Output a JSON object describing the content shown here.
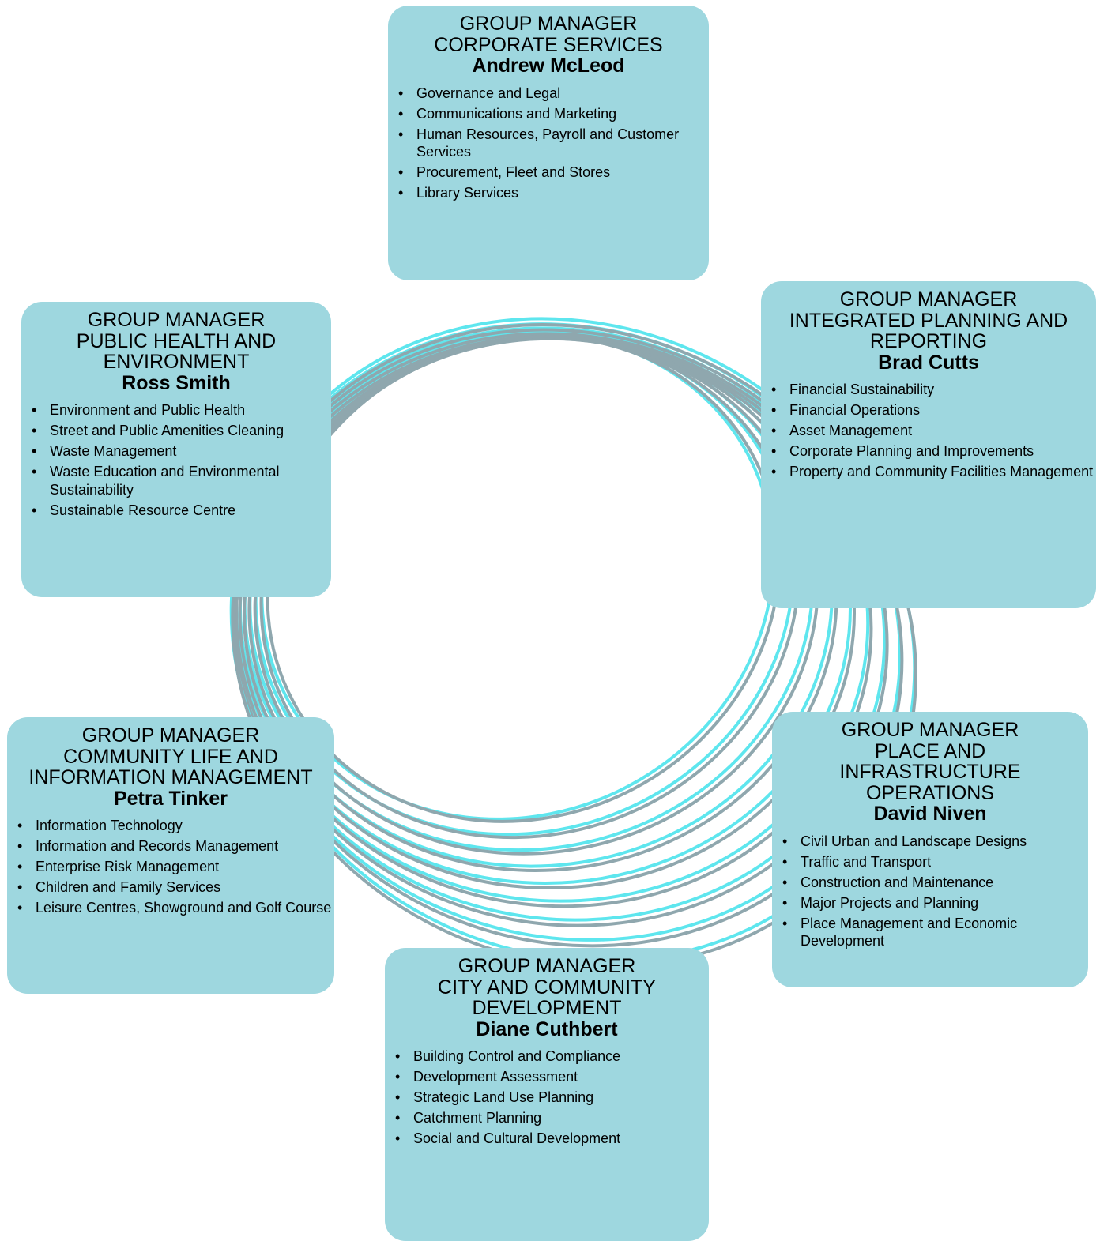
{
  "colors": {
    "card_fill": "#9ed7df",
    "swirl_cyan": "#5ee6ee",
    "swirl_grey": "#8fa7ae"
  },
  "cards": [
    {
      "id": "corporate",
      "role": "GROUP MANAGER\nCORPORATE SERVICES",
      "name": "Andrew McLeod",
      "items": [
        "Governance and Legal",
        "Communications and Marketing",
        "Human Resources, Payroll and Customer Services",
        "Procurement, Fleet and Stores",
        "Library Services"
      ]
    },
    {
      "id": "planning",
      "role": "GROUP MANAGER\nINTEGRATED PLANNING AND\nREPORTING",
      "name": "Brad Cutts",
      "items": [
        "Financial Sustainability",
        "Financial Operations",
        "Asset Management",
        "Corporate Planning and Improvements",
        "Property and Community Facilities Management"
      ]
    },
    {
      "id": "health",
      "role": "GROUP MANAGER\nPUBLIC HEALTH AND\nENVIRONMENT",
      "name": "Ross Smith",
      "items": [
        "Environment and Public Health",
        "Street and Public Amenities Cleaning",
        "Waste Management",
        "Waste Education and Environmental Sustainability",
        "Sustainable Resource Centre"
      ]
    },
    {
      "id": "community",
      "role": "GROUP MANAGER\nCOMMUNITY LIFE AND\nINFORMATION MANAGEMENT",
      "name": "Petra Tinker",
      "items": [
        "Information Technology",
        "Information and Records Management",
        "Enterprise Risk Management",
        "Children and Family Services",
        "Leisure Centres, Showground and Golf Course"
      ]
    },
    {
      "id": "place",
      "role": "GROUP MANAGER\nPLACE AND\nINFRASTRUCTURE\nOPERATIONS",
      "name": "David Niven",
      "items": [
        "Civil Urban and Landscape Designs",
        "Traffic and Transport",
        "Construction and Maintenance",
        "Major Projects and Planning",
        "Place Management and Economic Development"
      ]
    },
    {
      "id": "city",
      "role": "GROUP MANAGER\nCITY AND COMMUNITY\nDEVELOPMENT",
      "name": "Diane Cuthbert",
      "items": [
        "Building Control and Compliance",
        "Development Assessment",
        "Strategic Land Use Planning",
        "Catchment Planning",
        "Social and Cultural Development"
      ]
    }
  ]
}
